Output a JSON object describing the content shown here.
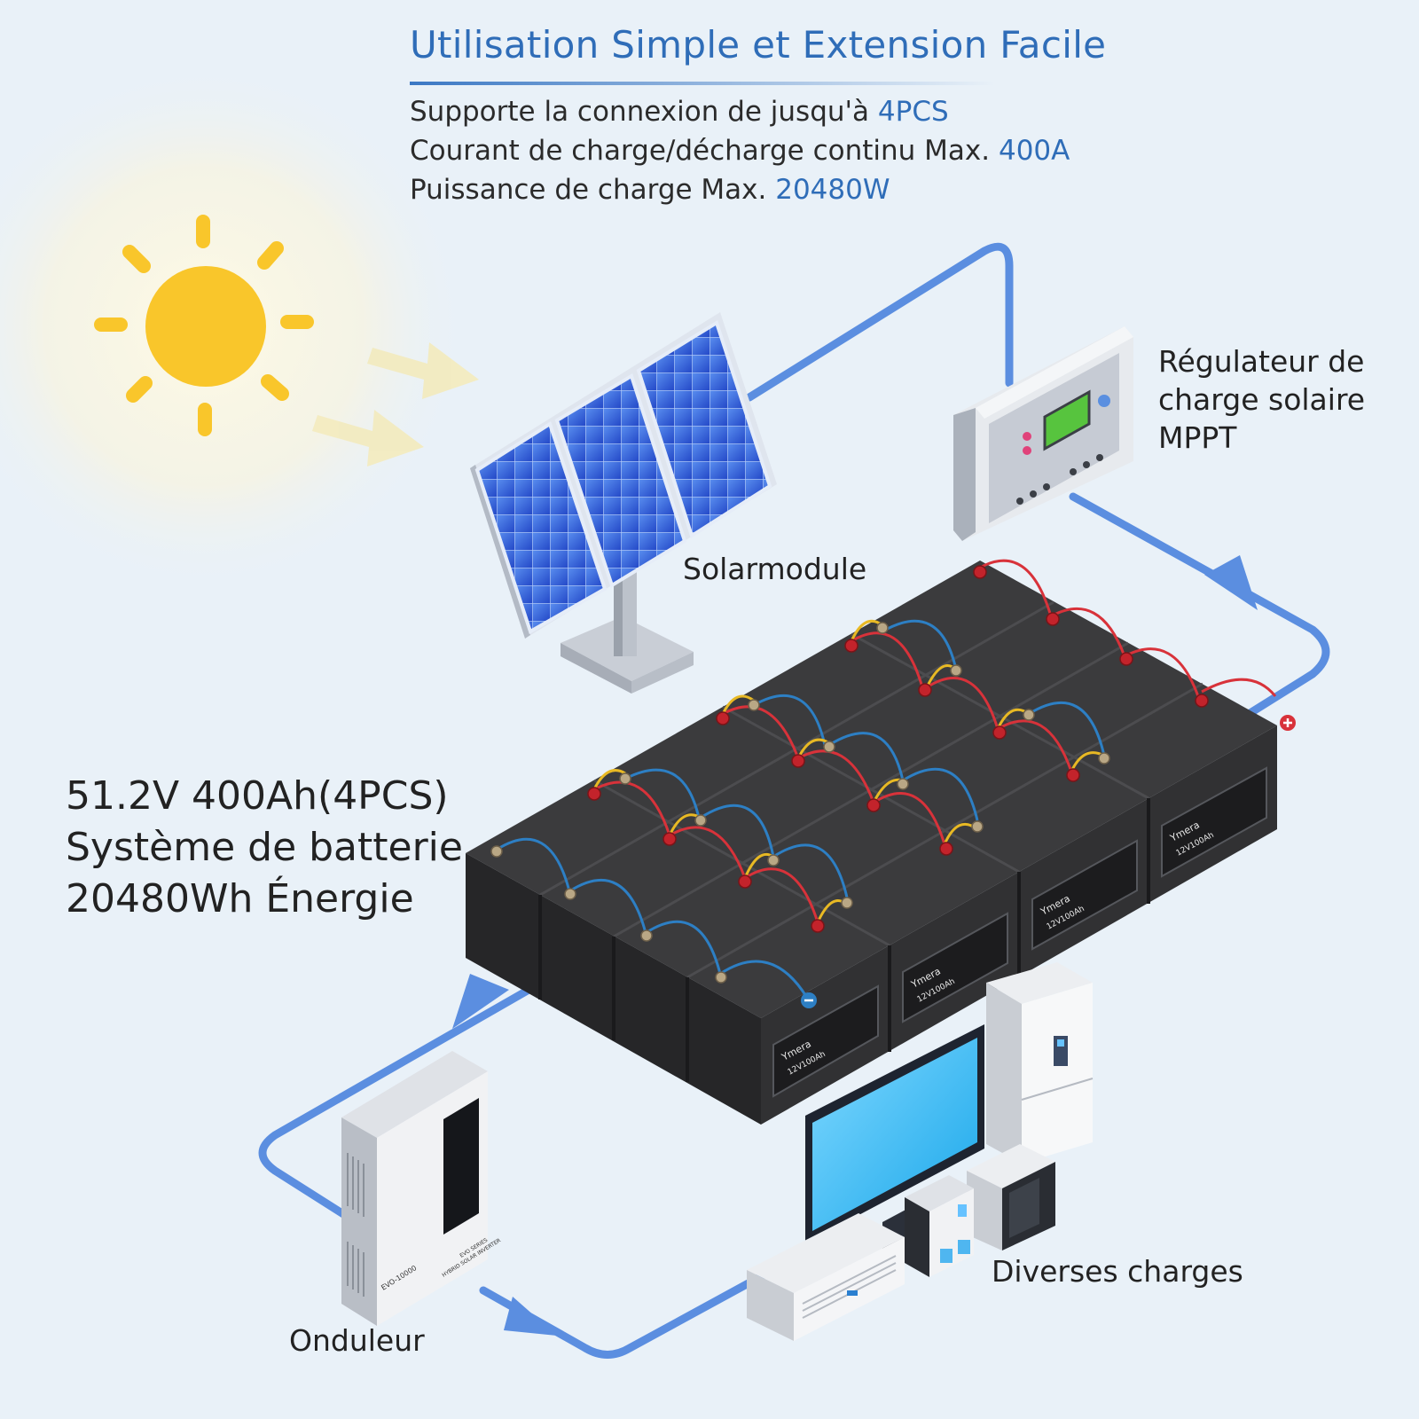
{
  "header": {
    "title": "Utilisation Simple et Extension Facile"
  },
  "specs": [
    {
      "text": "Supporte la connexion de jusqu'à ",
      "value": "4PCS"
    },
    {
      "text": "Courant de charge/décharge continu Max. ",
      "value": "400A"
    },
    {
      "text": "Puissance de charge Max. ",
      "value": "20480W"
    }
  ],
  "labels": {
    "solar": "Solarmodule",
    "mppt": [
      "Régulateur de",
      "charge solaire",
      "MPPT"
    ],
    "inverter": "Onduleur",
    "loads": "Diverses charges"
  },
  "battery_system": [
    "51.2V 400Ah(4PCS)",
    "Système de batterie",
    "20480Wh Énergie"
  ],
  "battery_label": {
    "brand": "Ymera",
    "model": "12V100Ah"
  },
  "inverter_device": {
    "model": "EVO-10000",
    "series": "EVO SERIES",
    "type": "HYBRID SOLAR INVERTER"
  },
  "colors": {
    "accent": "#2f6db8",
    "flow_line": "#5b8ee0",
    "sun": "#f9c62b",
    "battery": "#3c3c3e",
    "cable_red": "#d8323a",
    "cable_blue": "#2d7fc4",
    "cable_yellow": "#e8b924"
  },
  "icons": [
    "sun-icon",
    "solar-panel-icon",
    "charge-controller-icon",
    "battery-bank-icon",
    "inverter-icon",
    "monitor-icon",
    "refrigerator-icon",
    "microwave-icon",
    "coffee-machine-icon",
    "air-conditioner-icon",
    "flow-arrow-icon"
  ]
}
